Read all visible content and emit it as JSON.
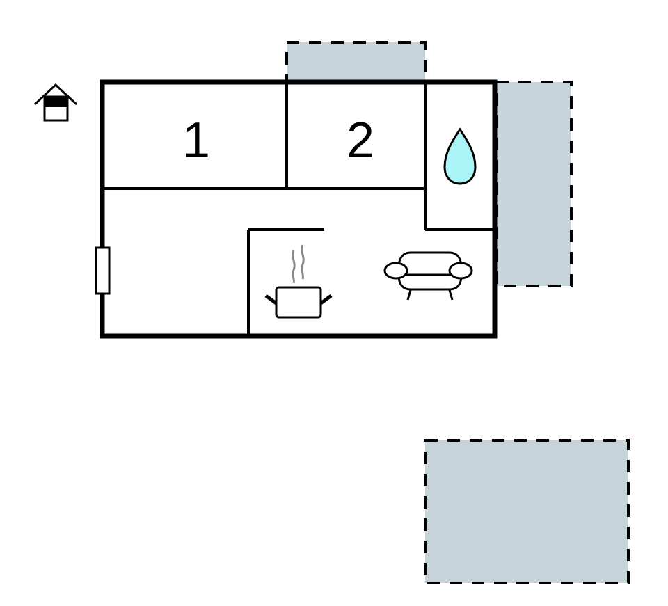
{
  "floorplan": {
    "entrance_icon": "house-entrance-icon",
    "rooms": [
      {
        "id": "bedroom-1",
        "label": "1"
      },
      {
        "id": "bedroom-2",
        "label": "2"
      }
    ],
    "bathroom_icon": "water-drop-icon",
    "kitchen_icon": "cooking-pot-icon",
    "living_icon": "sofa-icon",
    "outdoor_areas": [
      "terrace-top",
      "terrace-right",
      "terrace-separate"
    ]
  },
  "colors": {
    "wall": "#000000",
    "terrace_fill": "#c7d3da",
    "water_fill": "#aaf4f8",
    "steam": "#888888",
    "background": "#ffffff"
  }
}
